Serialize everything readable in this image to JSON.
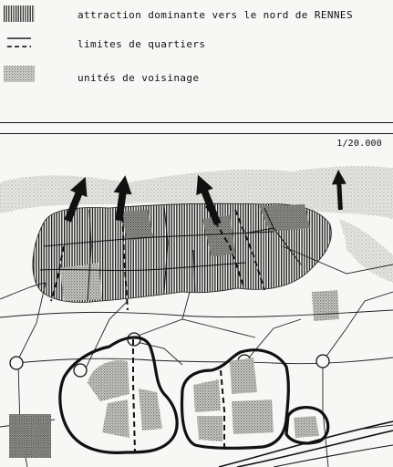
{
  "legend": {
    "items": [
      {
        "id": "attraction",
        "label": "attraction dominante vers le nord de RENNES",
        "symbol": "vertical-hatch-icon"
      },
      {
        "id": "limits",
        "label": "limites de quartiers",
        "symbol": "solid-and-dashed-line-icon"
      },
      {
        "id": "neighbourhood",
        "label": "unités de voisinage",
        "symbol": "stipple-pattern-icon"
      }
    ]
  },
  "map": {
    "scale": "1/20.000"
  }
}
